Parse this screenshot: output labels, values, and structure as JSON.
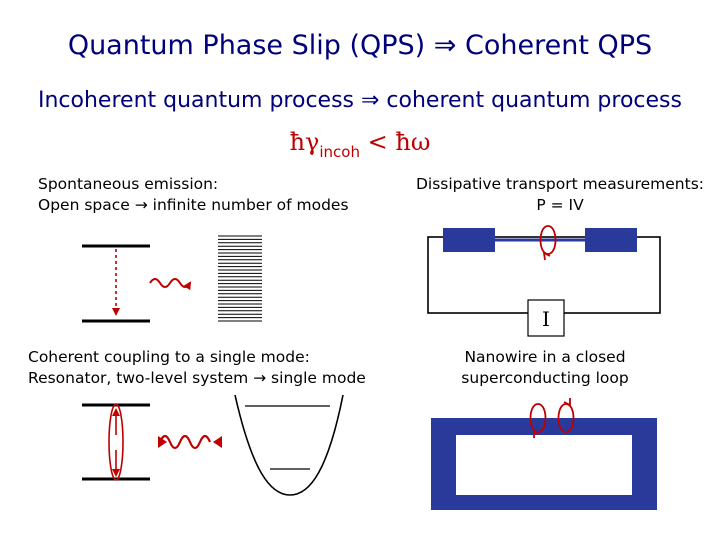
{
  "title": "Quantum Phase Slip (QPS) ⇒ Coherent QPS",
  "subtitle": "Incoherent quantum process ⇒ coherent quantum process",
  "formula": {
    "hbar": "ħ",
    "gamma": "γ",
    "subscript": "incoh",
    "relation": "<",
    "omega": "ω"
  },
  "panels": {
    "spontaneous": {
      "line1": "Spontaneous emission:",
      "line2": "Open space → infinite number of modes"
    },
    "dissipative": {
      "line1": "Dissipative transport measurements:",
      "line2": "P = IV",
      "current_label": "I"
    },
    "coherent": {
      "line1": "Coherent coupling to a single mode:",
      "line2": "Resonator, two-level system → single mode"
    },
    "nanowire": {
      "line1": "Nanowire in a closed",
      "line2": "superconducting loop"
    }
  },
  "colors": {
    "title": "#00007a",
    "accent": "#c00000",
    "electrode": "#2a3a9a"
  }
}
